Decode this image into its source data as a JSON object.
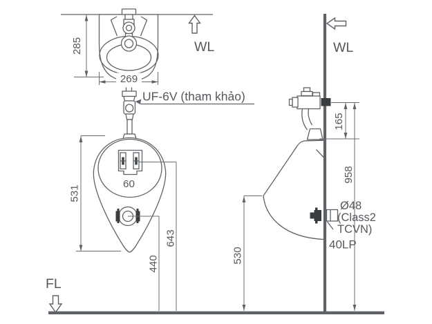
{
  "drawing": {
    "product_label": "UF-6V (tham khảo)",
    "water_line_left": "WL",
    "water_line_right": "WL",
    "floor_line": "FL",
    "outlet_spec": {
      "diameter": "Ø48",
      "class_line1": "(Class2",
      "class_line2": "TCVN)",
      "trap_model": "40LP"
    },
    "dims": {
      "top_depth": "285",
      "top_width": "269",
      "body_height": "531",
      "bolt_spacing": "60",
      "bolt_height": "643",
      "outlet_height": "440",
      "valve_to_inlet": "165",
      "supply_height": "958",
      "lip_height": "530"
    },
    "colors": {
      "line": "#5e6266",
      "text": "#54585c",
      "background": "#ffffff"
    }
  }
}
